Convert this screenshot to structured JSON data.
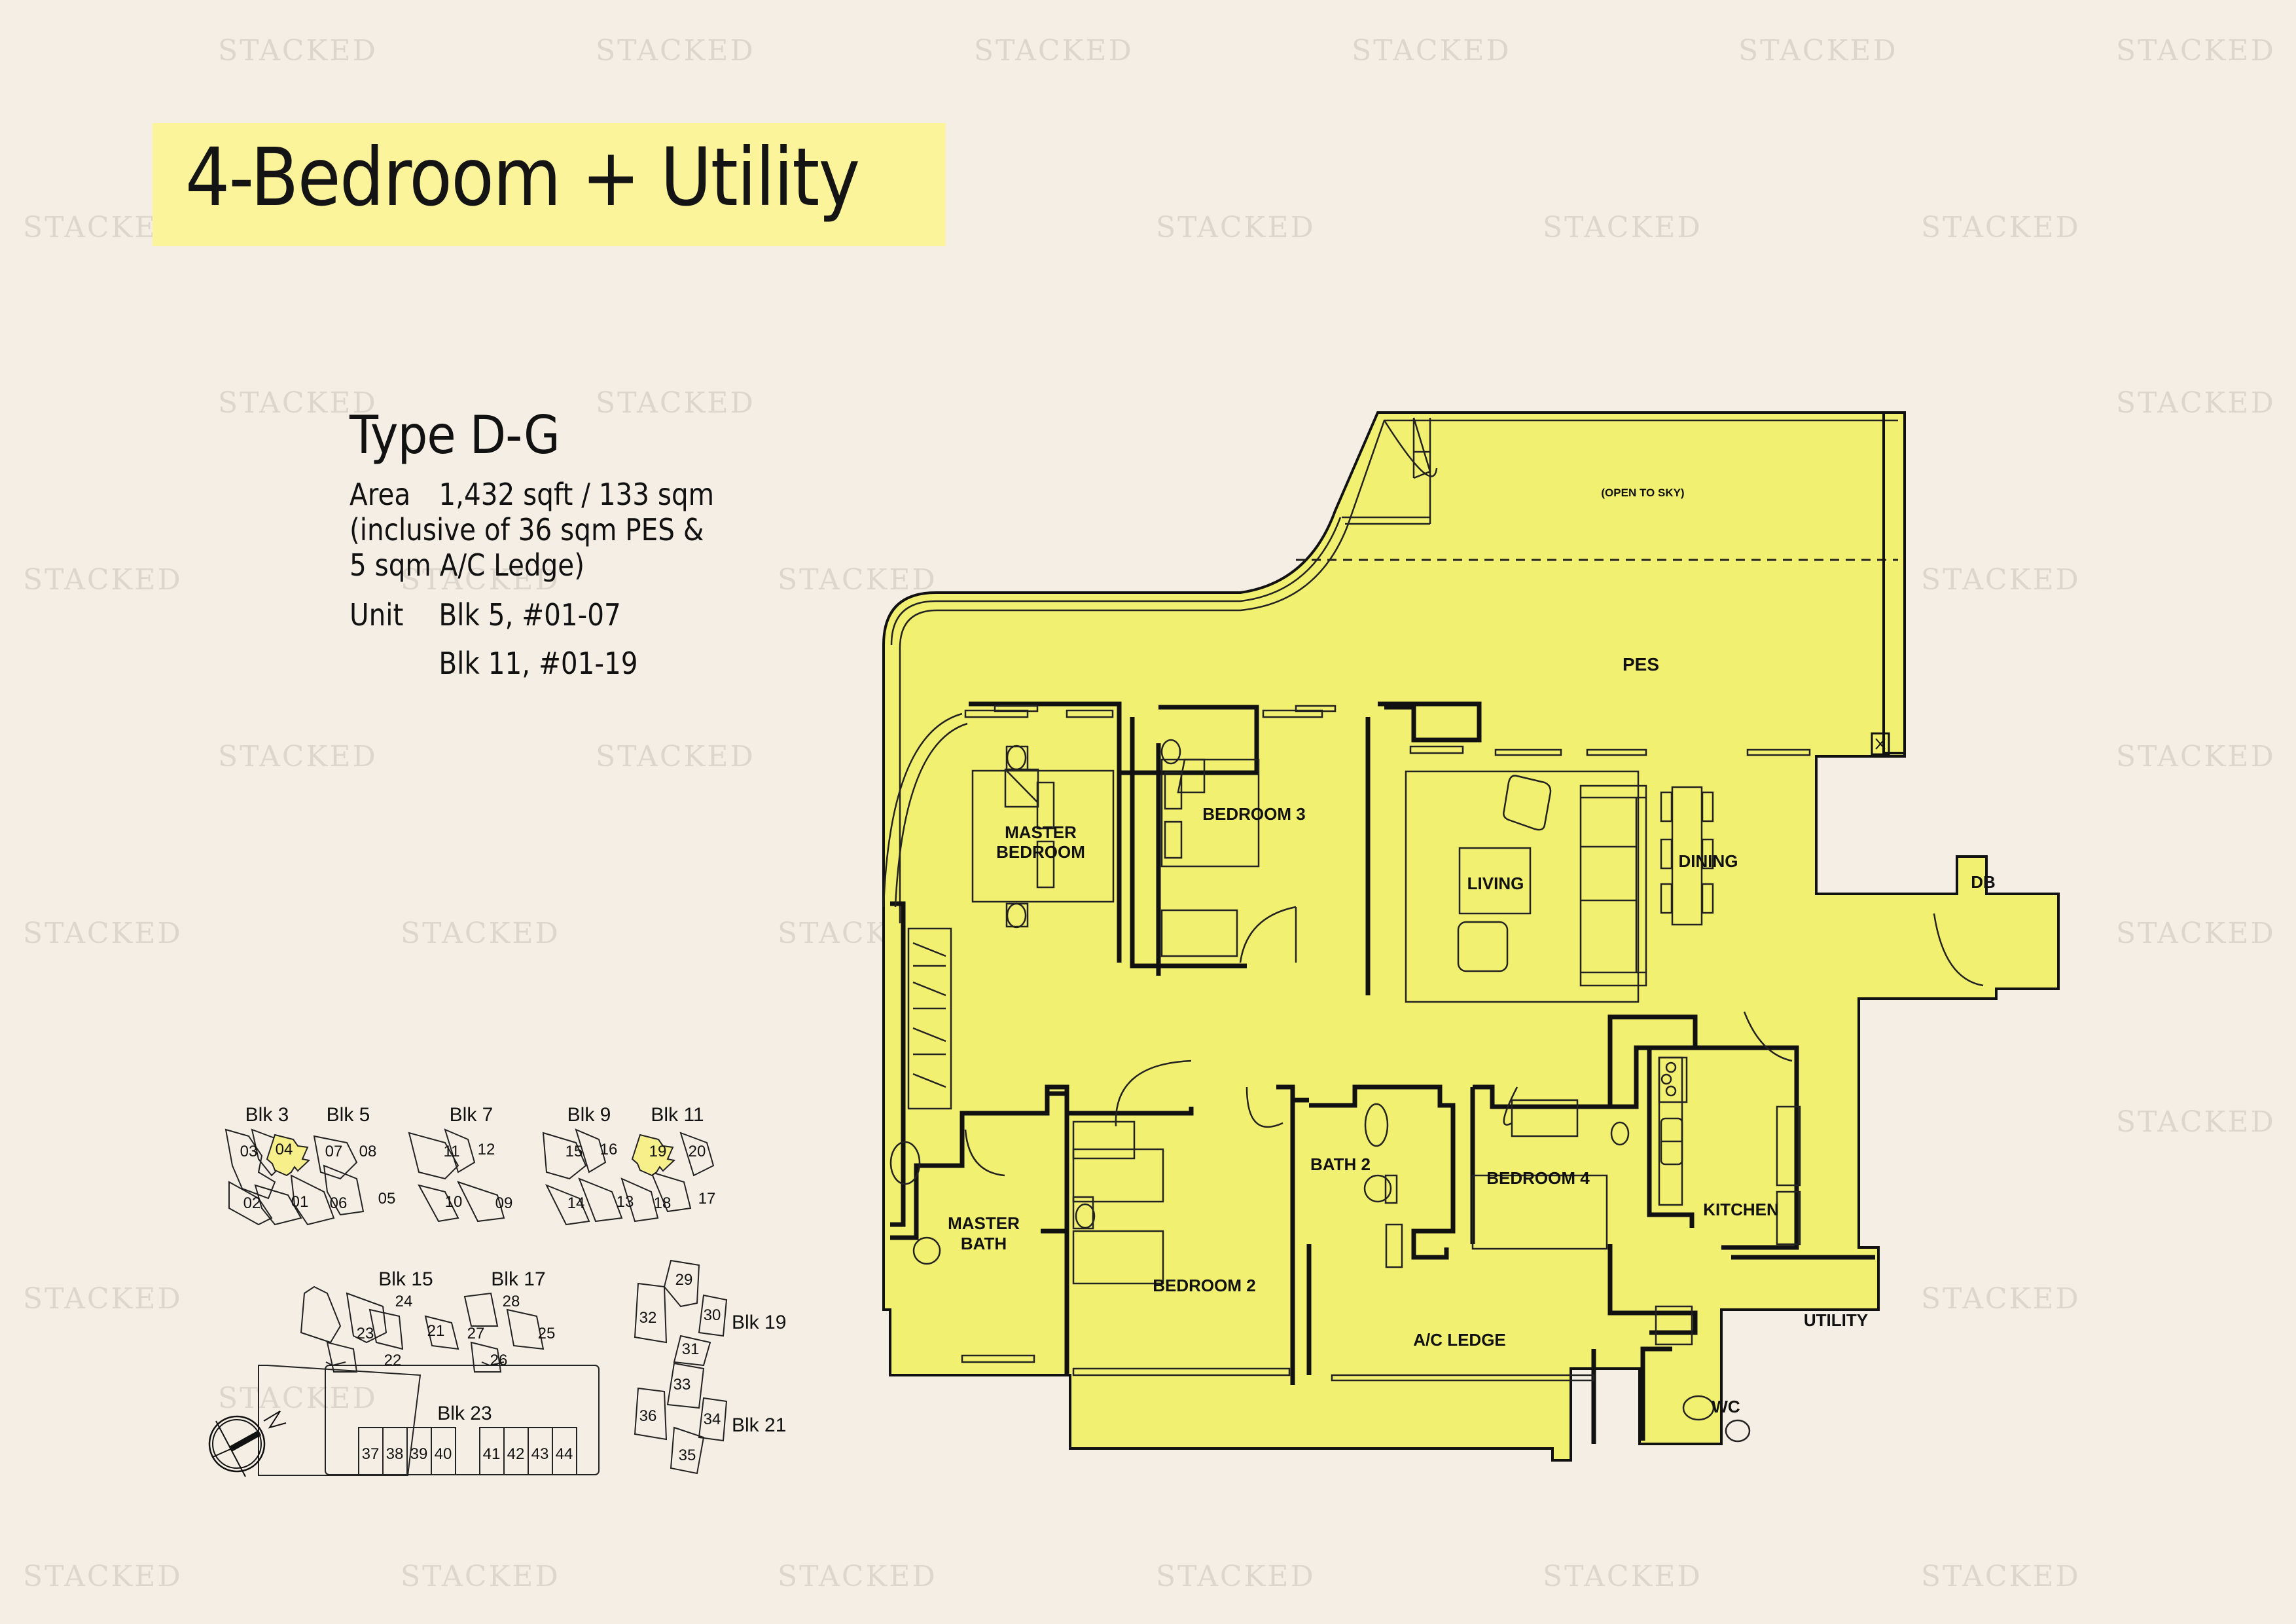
{
  "header": {
    "title": "4-Bedroom + Utility",
    "title_bg": "#fbf49a"
  },
  "unit_info": {
    "type": "Type D-G",
    "area_label": "Area",
    "area_value": "1,432 sqft / 133 sqm",
    "area_note_1": "(inclusive of 36 sqm PES &",
    "area_note_2": "5 sqm A/C Ledge)",
    "unit_label": "Unit",
    "units": [
      "Blk 5,  #01-07",
      "Blk 11,  #01-19"
    ]
  },
  "floor_plan": {
    "fill_color": "#f2f070",
    "rooms": {
      "open_to_sky": "(OPEN TO SKY)",
      "pes": "PES",
      "master_bedroom_1": "MASTER",
      "master_bedroom_2": "BEDROOM",
      "bedroom_3": "BEDROOM 3",
      "living": "LIVING",
      "dining": "DINING",
      "db": "DB",
      "master_bath_1": "MASTER",
      "master_bath_2": "BATH",
      "bedroom_2": "BEDROOM 2",
      "bath_2": "BATH 2",
      "bedroom_4": "BEDROOM 4",
      "kitchen": "KITCHEN",
      "ac_ledge": "A/C LEDGE",
      "utility": "UTILITY",
      "wc": "WC"
    }
  },
  "key_plan": {
    "highlight_color": "#f7ef8a",
    "blocks": {
      "blk3": "Blk 3",
      "blk5": "Blk 5",
      "blk7": "Blk 7",
      "blk9": "Blk 9",
      "blk11": "Blk 11",
      "blk15": "Blk 15",
      "blk17": "Blk 17",
      "blk19": "Blk 19",
      "blk21": "Blk 21",
      "blk23": "Blk 23"
    },
    "units": {
      "u01": "01",
      "u02": "02",
      "u03": "03",
      "u04": "04",
      "u05": "05",
      "u06": "06",
      "u07": "07",
      "u08": "08",
      "u09": "09",
      "u10": "10",
      "u11": "11",
      "u12": "12",
      "u13": "13",
      "u14": "14",
      "u15": "15",
      "u16": "16",
      "u17": "17",
      "u18": "18",
      "u19": "19",
      "u20": "20",
      "u21": "21",
      "u22": "22",
      "u23": "23",
      "u24": "24",
      "u25": "25",
      "u26": "26",
      "u27": "27",
      "u28": "28",
      "u29": "29",
      "u30": "30",
      "u31": "31",
      "u32": "32",
      "u33": "33",
      "u34": "34",
      "u35": "35",
      "u36": "36",
      "u37": "37",
      "u38": "38",
      "u39": "39",
      "u40": "40",
      "u41": "41",
      "u42": "42",
      "u43": "43",
      "u44": "44"
    },
    "highlighted_units": [
      "07",
      "19"
    ],
    "north_label": "N"
  },
  "watermark": {
    "text": "STACKED",
    "color": "#ddd6cc"
  }
}
